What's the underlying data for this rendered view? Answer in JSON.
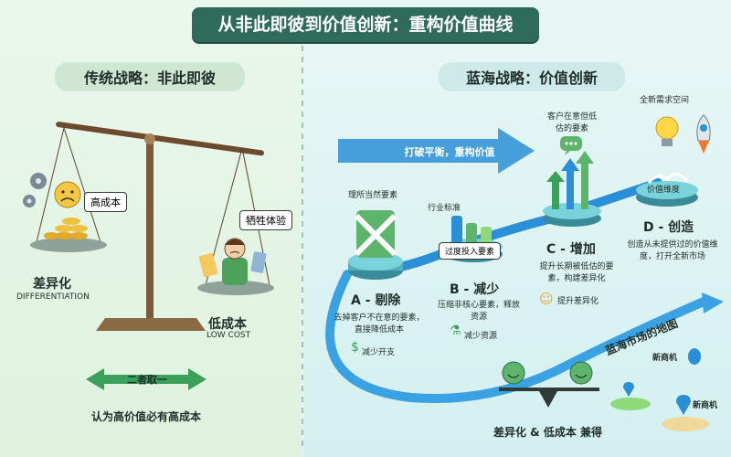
{
  "title": "从非此即彼到价值创新：重构价值曲线",
  "left": {
    "heading": "传统战略：非此即彼",
    "high_cost": "高成本",
    "sacrifice": "牺牲体验",
    "diff_cn": "差异化",
    "diff_en": "DIFFERENTIATION",
    "low_cn": "低成本",
    "low_en": "LOW COST",
    "either": "二者取一",
    "bottom": "认为高价值必有高成本"
  },
  "right": {
    "heading": "蓝海战略：价值创新",
    "break": "打破平衡，重构价值",
    "industry_std": "行业标准",
    "a_note": "理所当然要素",
    "a_title": "A - 剔除",
    "a_desc": "去掉客户不在意的要素，直接降低成本",
    "a_icon_text": "减少开支",
    "b_tag": "过度投入要素",
    "b_title": "B - 减少",
    "b_desc": "压缩非核心要素，释放资源",
    "b_icon_text": "减少资源",
    "c_note": "客户在意但低估的要素",
    "c_title": "C - 增加",
    "c_desc": "提升长期被低估的要素，构建差异化",
    "c_icon_text": "提升差异化",
    "d_note": "全新需求空间",
    "d_tag": "价值维度",
    "d_title": "D - 创造",
    "d_desc": "创造从未提供过的价值维度，打开全新市场",
    "map_label": "蓝海市场的地图",
    "new_market_1": "新商机",
    "new_market_2": "新商机",
    "both": "差异化 & 低成本 兼得"
  },
  "colors": {
    "header": "#2f6b5a",
    "blue": "#2a8fd6",
    "green": "#3aa05a",
    "teal": "#2f6b5a"
  }
}
